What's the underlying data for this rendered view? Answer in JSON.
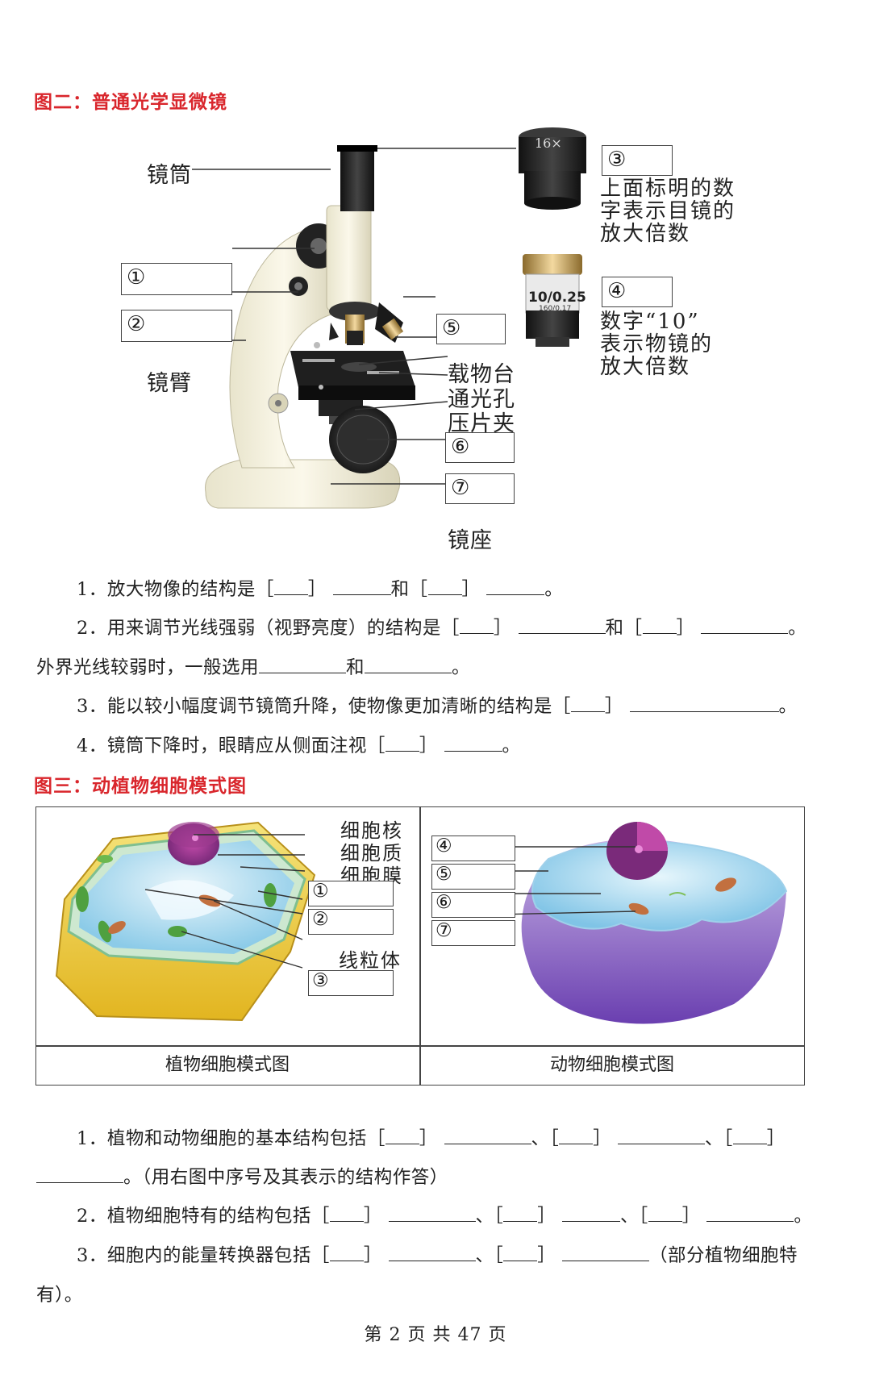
{
  "figure2": {
    "title": "图二：普通光学显微镜",
    "labels": {
      "tube": "镜筒",
      "arm": "镜臂",
      "stage": "载物台",
      "hole": "通光孔",
      "clip": "压片夹",
      "base": "镜座",
      "eyepiece_mark": "16×",
      "objective_mark": "10/0.25",
      "objective_sub": "160/0.17"
    },
    "boxes": [
      "①",
      "②",
      "③",
      "④",
      "⑤",
      "⑥",
      "⑦"
    ],
    "eyepiece_desc": [
      "上面标明的数",
      "字表示目镜的",
      "放大倍数"
    ],
    "objective_desc": [
      "数字“10”",
      "表示物镜的",
      "放大倍数"
    ]
  },
  "questions2": {
    "q1": [
      "1．放大物像的结构是［",
      "］",
      "和［",
      "］",
      "。"
    ],
    "q2": [
      "2．用来调节光线强弱（视野亮度）的结构是［",
      "］",
      "和［",
      "］",
      "。"
    ],
    "q2b": [
      "外界光线较弱时，一般选用",
      "和",
      "。"
    ],
    "q3": [
      "3．能以较小幅度调节镜筒升降，使物像更加清晰的结构是［",
      "］",
      "。"
    ],
    "q4": [
      "4．镜筒下降时，眼睛应从侧面注视［",
      "］",
      "。"
    ]
  },
  "figure3": {
    "title": "图三：动植物细胞模式图",
    "plant_labels": [
      "细胞核",
      "细胞质",
      "细胞膜",
      "线粒体"
    ],
    "plant_boxes": [
      "①",
      "②",
      "③"
    ],
    "animal_boxes": [
      "④",
      "⑤",
      "⑥",
      "⑦"
    ],
    "plant_caption": "植物细胞模式图",
    "animal_caption": "动物细胞模式图"
  },
  "questions3": {
    "q1": [
      "1．植物和动物细胞的基本结构包括［",
      "］",
      "、［",
      "］",
      "、［",
      "］"
    ],
    "q1b": [
      "。（用右图中序号及其表示的结构作答）"
    ],
    "q2": [
      "2．植物细胞特有的结构包括［",
      "］",
      "、［",
      "］",
      "、［",
      "］",
      "。"
    ],
    "q3": [
      "3．细胞内的能量转换器包括［",
      "］",
      "、［",
      "］",
      "（部分植物细胞特"
    ],
    "q3b": [
      "有）。"
    ]
  },
  "footer": "第 2 页 共 47 页"
}
